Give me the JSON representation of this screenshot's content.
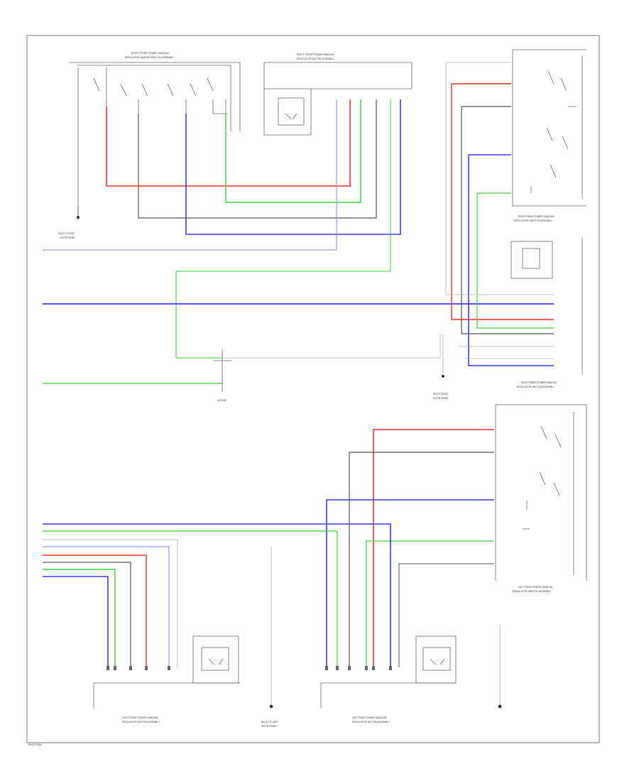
{
  "colors": {
    "red": "#ff3030",
    "green": "#3cd23c",
    "blue": "#3a3aff",
    "black": "#555555",
    "gray": "#b0b0b0",
    "frame": "#777777"
  },
  "labels": {
    "rf_switch_title": "RIGHT FRONT POWER WINDOW",
    "rf_switch_sub": "REGULATOR MASTER SWITCH ASSEMBLY",
    "rf_motor_title": "RIGHT FRONT POWER WINDOW",
    "rf_motor_sub": "REGULATOR MOTOR ASSEMBLY",
    "rr_switch_title": "RIGHT REAR POWER WINDOW",
    "rr_switch_sub": "REGULATOR SWITCH ASSEMBLY",
    "rr_motor_title": "RIGHT REAR POWER WINDOW",
    "rr_motor_sub": "REGULATOR MOTOR ASSEMBLY",
    "lr_switch_title": "LEFT REAR POWER WINDOW",
    "lr_switch_sub": "REGULATOR SWITCH ASSEMBLY",
    "lf_motor_title": "LEFT FRONT POWER WINDOW",
    "lf_motor_sub": "REGULATOR MOTOR ASSEMBLY",
    "lr_motor_title": "LEFT REAR POWER WINDOW",
    "lr_motor_sub": "REGULATOR MOTOR ASSEMBLY",
    "ground_1": "RIGHT FRONT",
    "ground_1_sub": "DOOR PANEL",
    "ground_2": "RIGHT REAR",
    "ground_2_sub": "DOOR PANEL",
    "ground_3": "BACK OF LEFT",
    "ground_3_sub": "INSTR PANEL",
    "junction": "J/C B16",
    "footer": "W/O PNUL"
  }
}
